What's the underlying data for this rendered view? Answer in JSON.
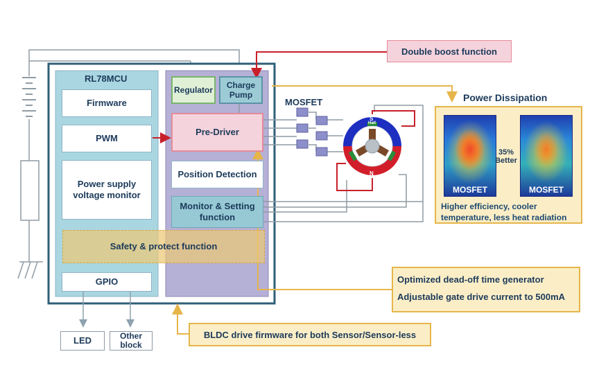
{
  "mcu": {
    "title": "RL78MCU",
    "firmware": "Firmware",
    "pwm": "PWM",
    "power_monitor_line1": "Power supply",
    "power_monitor_line2": "voltage monitor",
    "safety": "Safety & protect function",
    "gpio": "GPIO",
    "regulator": "Regulator",
    "charge_pump_line1": "Charge",
    "charge_pump_line2": "Pump",
    "pre_driver": "Pre-Driver",
    "position_detection": "Position Detection",
    "monitor_line1": "Monitor & Setting",
    "monitor_line2": "function"
  },
  "outputs": {
    "led": "LED",
    "other_line1": "Other",
    "other_line2": "block"
  },
  "mosfet_label": "MOSFET",
  "motor": {
    "pole_s": "S",
    "pole_n": "N",
    "hall": "Hall"
  },
  "callouts": {
    "double_boost": "Double boost function",
    "dead_off": "Optimized dead-off time generator",
    "gate_drive": "Adjustable gate drive current to 500mA",
    "bldc": "BLDC drive firmware for both Sensor/Sensor-less"
  },
  "power_dissipation": {
    "title": "Power Dissipation",
    "caption_left": "MOSFET",
    "caption_right": "MOSFET",
    "arrow_line1": "35%",
    "arrow_line2": "Better",
    "desc_line1": "Higher efficiency, cooler",
    "desc_line2": "temperature, less heat radiation"
  },
  "colors": {
    "mcu_border": "#2f5f78",
    "pink_box": "#f5d3dc",
    "red_line": "#c8202a",
    "yellow_callout": "#fbeec7",
    "yellow_border": "#e6b54a",
    "purple_block": "#b5b0d6",
    "teal_block": "#96c9d4"
  }
}
